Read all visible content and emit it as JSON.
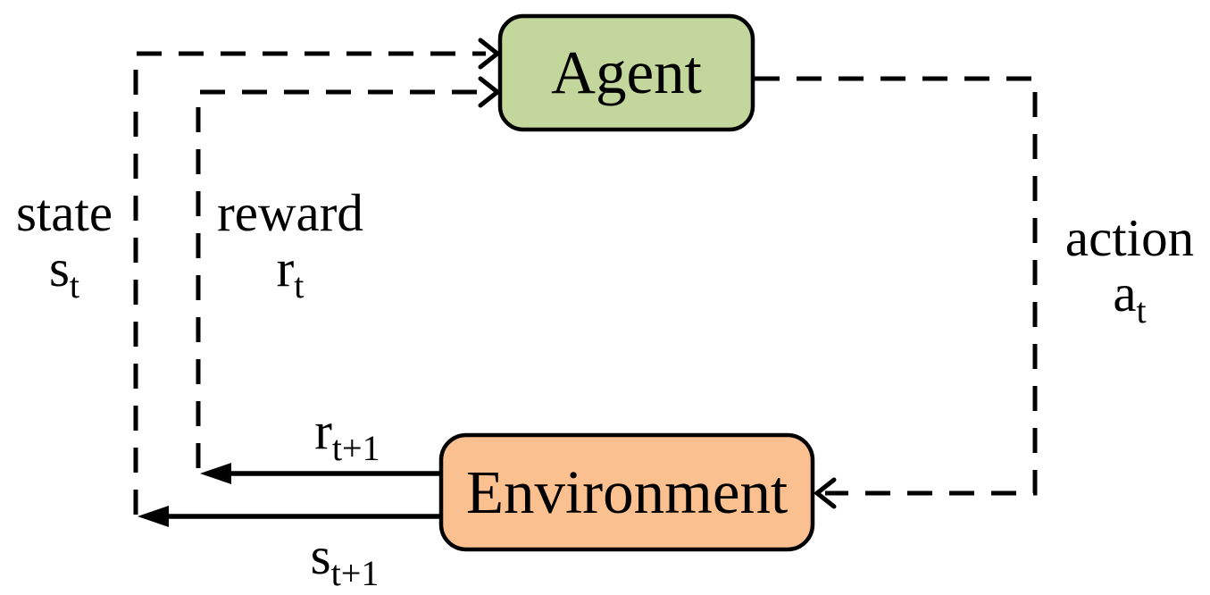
{
  "diagram": {
    "title": "agent-environment reinforcement learning loop",
    "background": "#ffffff",
    "line_color": "#000000",
    "nodes": {
      "agent": {
        "label": "Agent",
        "fill": "#c3d69b",
        "border": "#000000"
      },
      "environment": {
        "label": "Environment",
        "fill": "#fac090",
        "border": "#000000"
      }
    },
    "edges": {
      "state": {
        "word": "state",
        "symbol": "s",
        "subscript": "t",
        "style": "dashed",
        "from": "environment",
        "to": "agent"
      },
      "reward": {
        "word": "reward",
        "symbol": "r",
        "subscript": "t",
        "style": "dashed",
        "from": "environment",
        "to": "agent"
      },
      "action": {
        "word": "action",
        "symbol": "a",
        "subscript": "t",
        "style": "dashed",
        "from": "agent",
        "to": "environment"
      },
      "reward_next": {
        "symbol": "r",
        "subscript": "t+1",
        "style": "solid",
        "from": "environment"
      },
      "state_next": {
        "symbol": "s",
        "subscript": "t+1",
        "style": "solid",
        "from": "environment"
      }
    }
  }
}
